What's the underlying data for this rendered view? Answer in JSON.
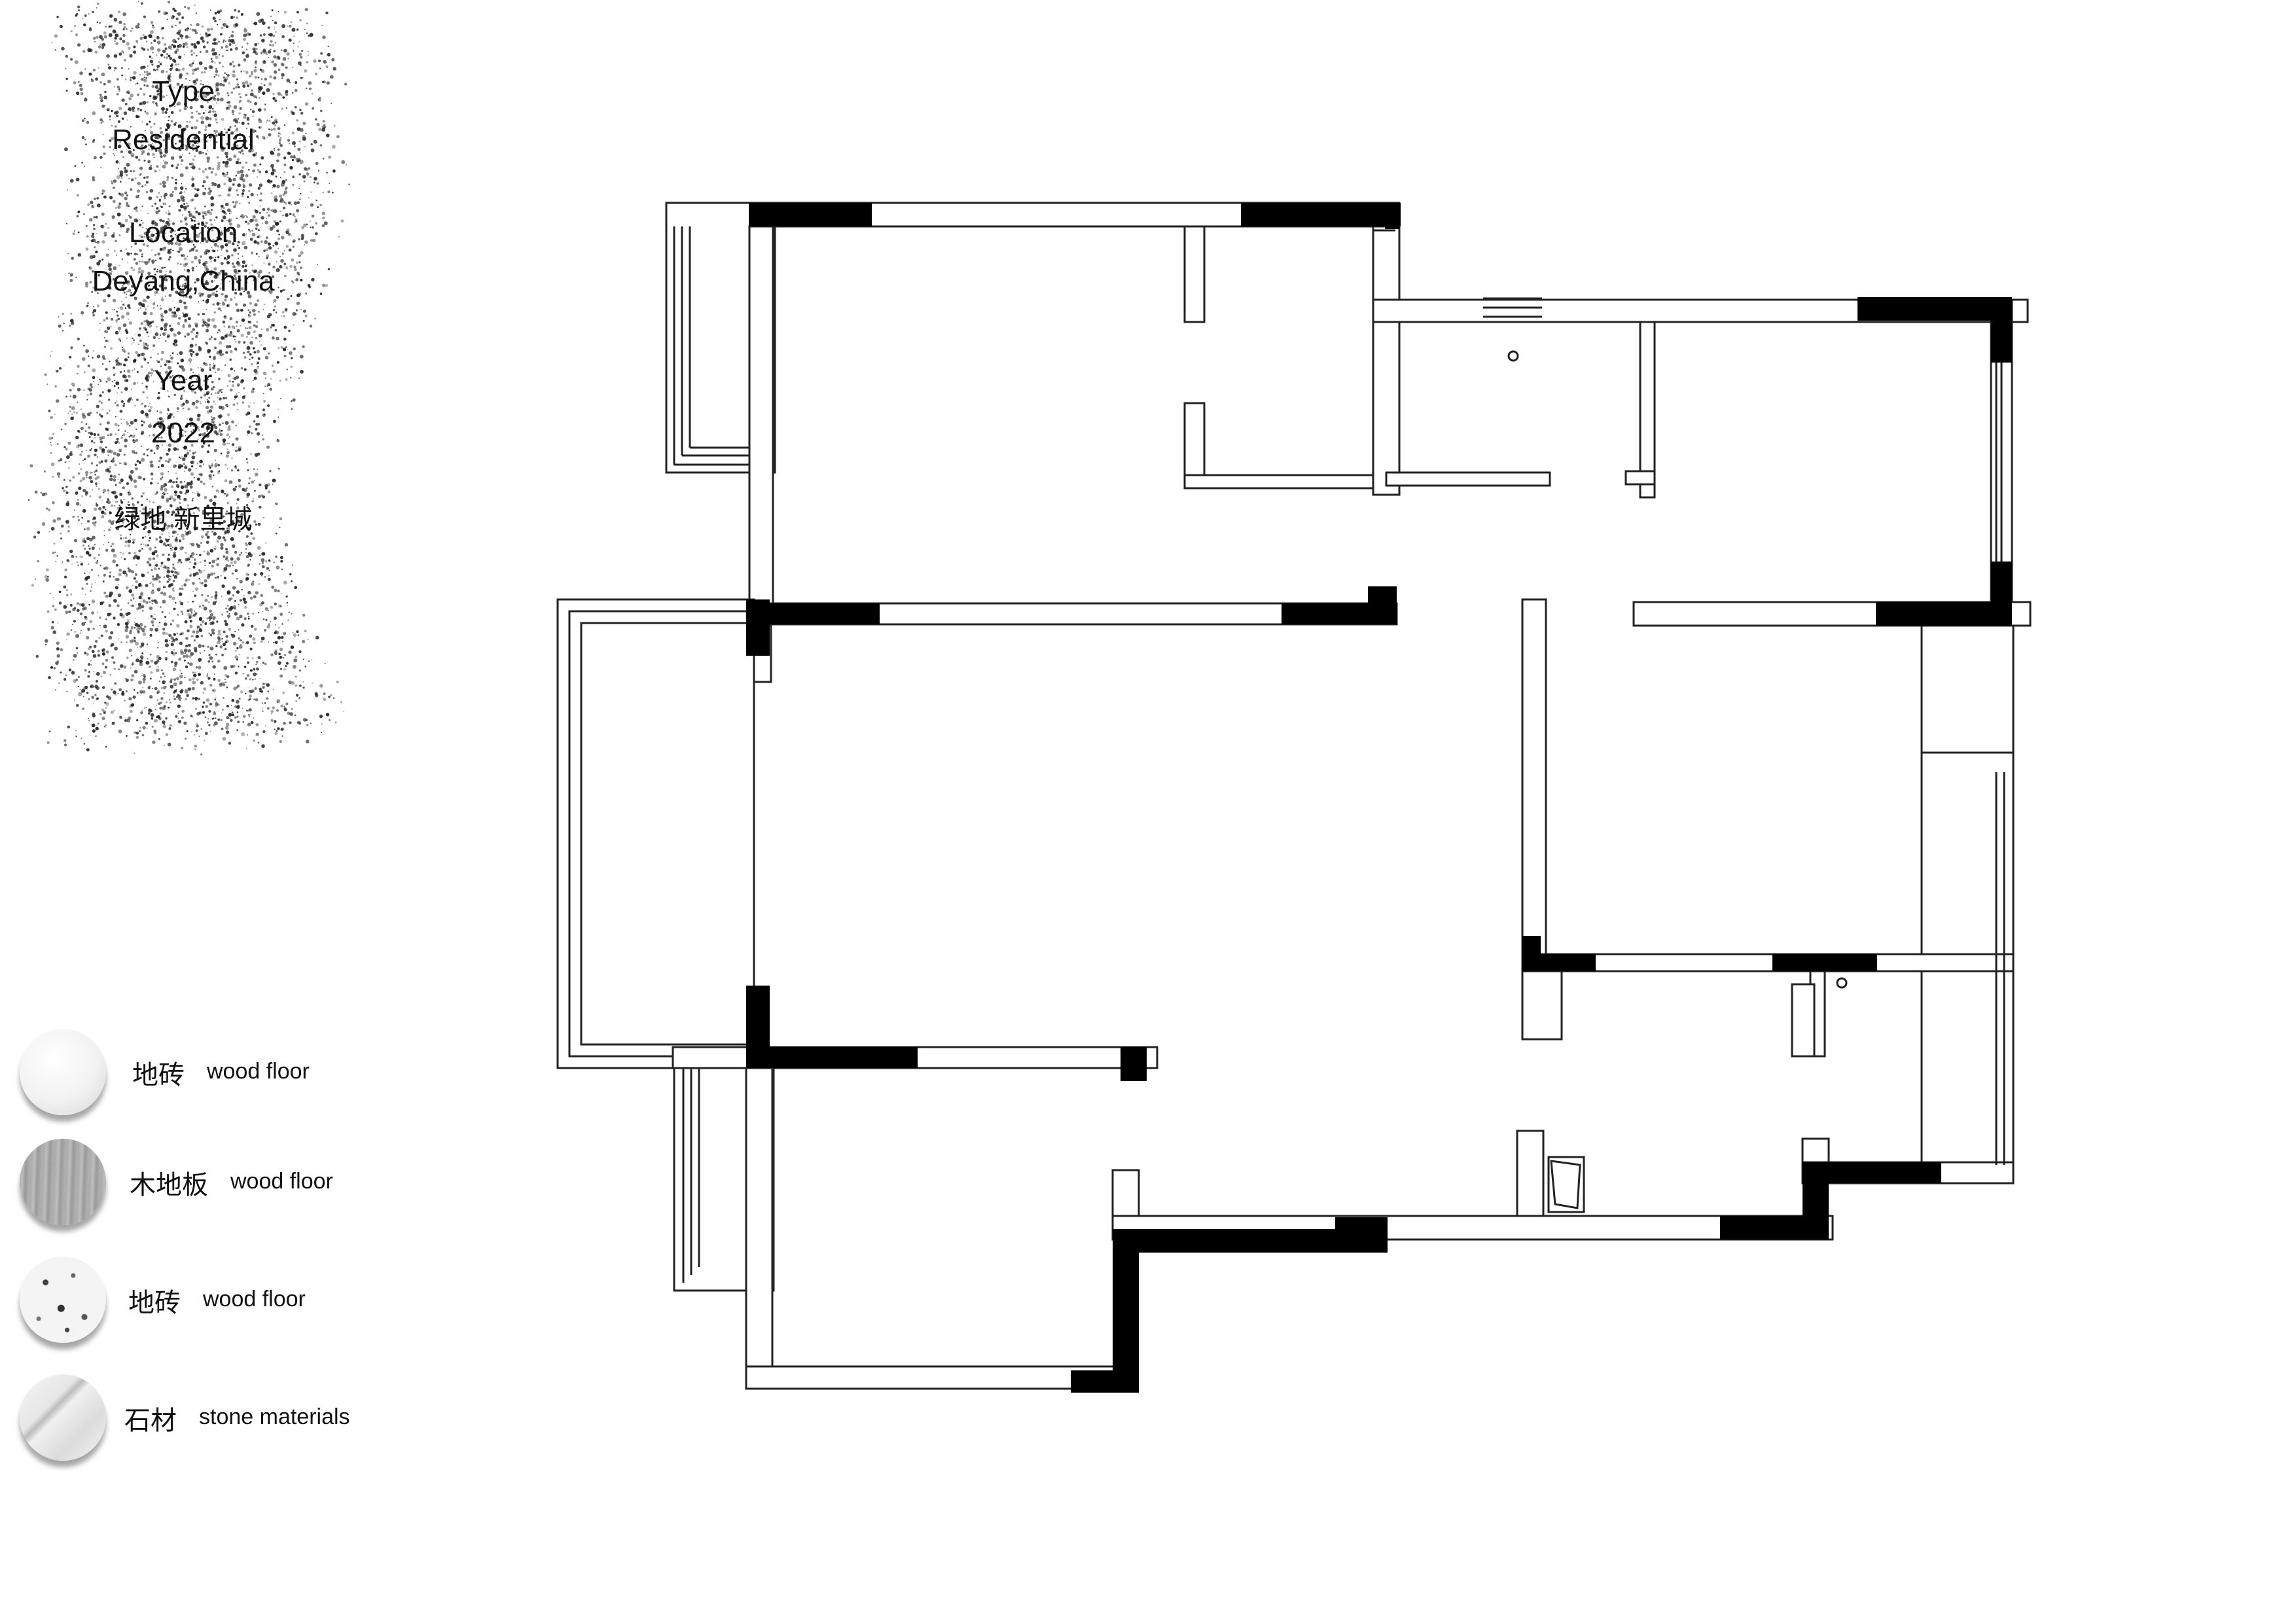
{
  "project": {
    "type_label": "Type",
    "type_value": "Residential",
    "location_label": "Location",
    "location_value": "Deyang,China",
    "year_label": "Year",
    "year_value": "2022",
    "name": "绿地 新里城"
  },
  "legend": [
    {
      "zh": "地砖",
      "en": "wood floor",
      "swatch": "white-marble"
    },
    {
      "zh": "木地板",
      "en": "wood floor",
      "swatch": "grey-wood"
    },
    {
      "zh": "地砖",
      "en": "wood floor",
      "swatch": "terrazzo"
    },
    {
      "zh": "石材",
      "en": "stone materials",
      "swatch": "veined-stone"
    }
  ],
  "colors": {
    "wall_solid": "#000000",
    "line": "#222222",
    "background": "#ffffff"
  }
}
